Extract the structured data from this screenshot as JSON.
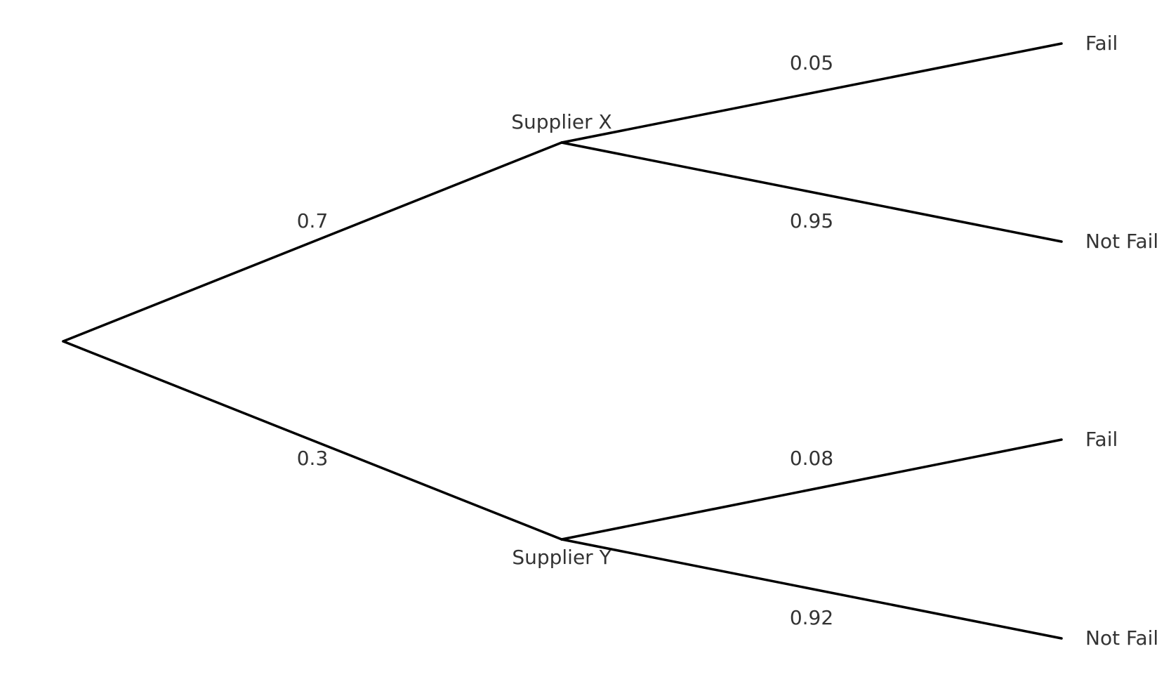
{
  "tree": {
    "level1": [
      {
        "node_label": "Supplier X",
        "probability": "0.7"
      },
      {
        "node_label": "Supplier Y",
        "probability": "0.3"
      }
    ],
    "supplier_x": {
      "outcomes": [
        {
          "label": "Fail",
          "probability": "0.05"
        },
        {
          "label": "Not Fail",
          "probability": "0.95"
        }
      ]
    },
    "supplier_y": {
      "outcomes": [
        {
          "label": "Fail",
          "probability": "0.08"
        },
        {
          "label": "Not Fail",
          "probability": "0.92"
        }
      ]
    }
  },
  "colors": {
    "line": "#000000",
    "text": "#333333"
  }
}
